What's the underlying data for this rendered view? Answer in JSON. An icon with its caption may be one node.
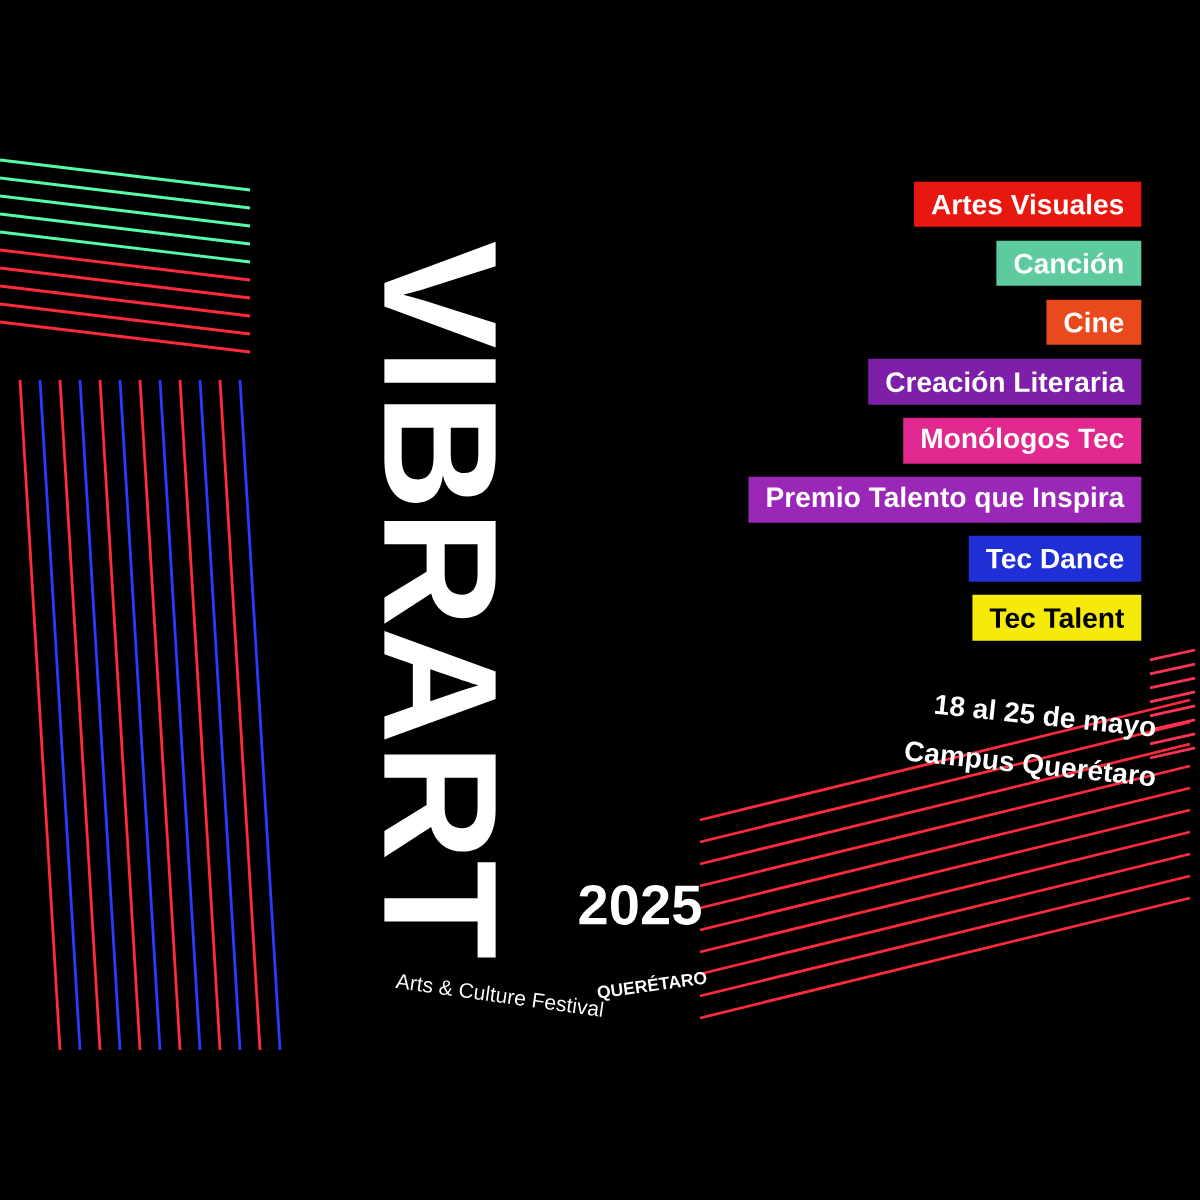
{
  "diagram": {
    "title": "VIBRART",
    "nodes": [
      {
        "text": [
          "Artes Visuales"
        ]
      },
      {
        "text": [
          "Canción"
        ]
      },
      {
        "text": [
          "Cine"
        ]
      },
      {
        "text": [
          "Creación Literaria"
        ]
      },
      {
        "text": [
          "Monólogos Tec"
        ]
      },
      {
        "text": [
          "Premio Talento que Inspira"
        ]
      },
      {
        "text": [
          "Tec Dance"
        ]
      },
      {
        "text": [
          "Tec Talent"
        ]
      }
    ],
    "labels": [
      "18 al 25 de mayo",
      "Campus Querétaro",
      "2025",
      "QUERÉTARO",
      "Arts & Culture Festival"
    ]
  }
}
